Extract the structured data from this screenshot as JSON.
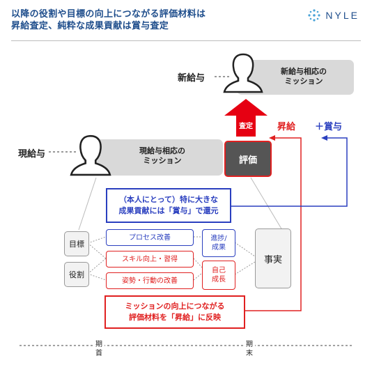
{
  "header": {
    "title_line1": "以降の役割や目標の向上につながる評価材料は",
    "title_line2": "昇給査定、純粋な成果貢献は賞与査定",
    "logo_text": "NYLE"
  },
  "colors": {
    "title": "#1f4e8c",
    "accent_red": "#e02020",
    "accent_blue": "#2a3fbf",
    "grey_box": "#d9d9d9"
  },
  "top": {
    "salary_label": "新給与",
    "mission_line1": "新給与相応の",
    "mission_line2": "ミッション"
  },
  "current": {
    "salary_label": "現給与",
    "mission_line1": "現給与相応の",
    "mission_line2": "ミッション"
  },
  "arrow_label": "査定",
  "evaluation_label": "評価",
  "raise_label": "昇給",
  "bonus_label": "＋賞与",
  "blue_callout": {
    "line1": "（本人にとって）特に大きな",
    "line2": "成果貢献には「賞与」で還元"
  },
  "red_callout": {
    "line1": "ミッションの向上につながる",
    "line2": "評価材料を「昇給」に反映"
  },
  "left_items": [
    "目標",
    "役割"
  ],
  "process_items": [
    {
      "label": "プロセス改善",
      "color": "blue"
    },
    {
      "label": "スキル向上・習得",
      "color": "red"
    },
    {
      "label": "姿勢・行動の改善",
      "color": "red"
    }
  ],
  "result_items": [
    {
      "label": "進捗/\n成果",
      "color": "blue"
    },
    {
      "label": "自己\n成長",
      "color": "red"
    }
  ],
  "fact_label": "事実",
  "period": {
    "start_line1": "期",
    "start_line2": "首",
    "end_line1": "期",
    "end_line2": "末"
  },
  "icons": [
    "person-silhouette-icon",
    "sparkle-logo-icon",
    "up-arrow-icon"
  ]
}
